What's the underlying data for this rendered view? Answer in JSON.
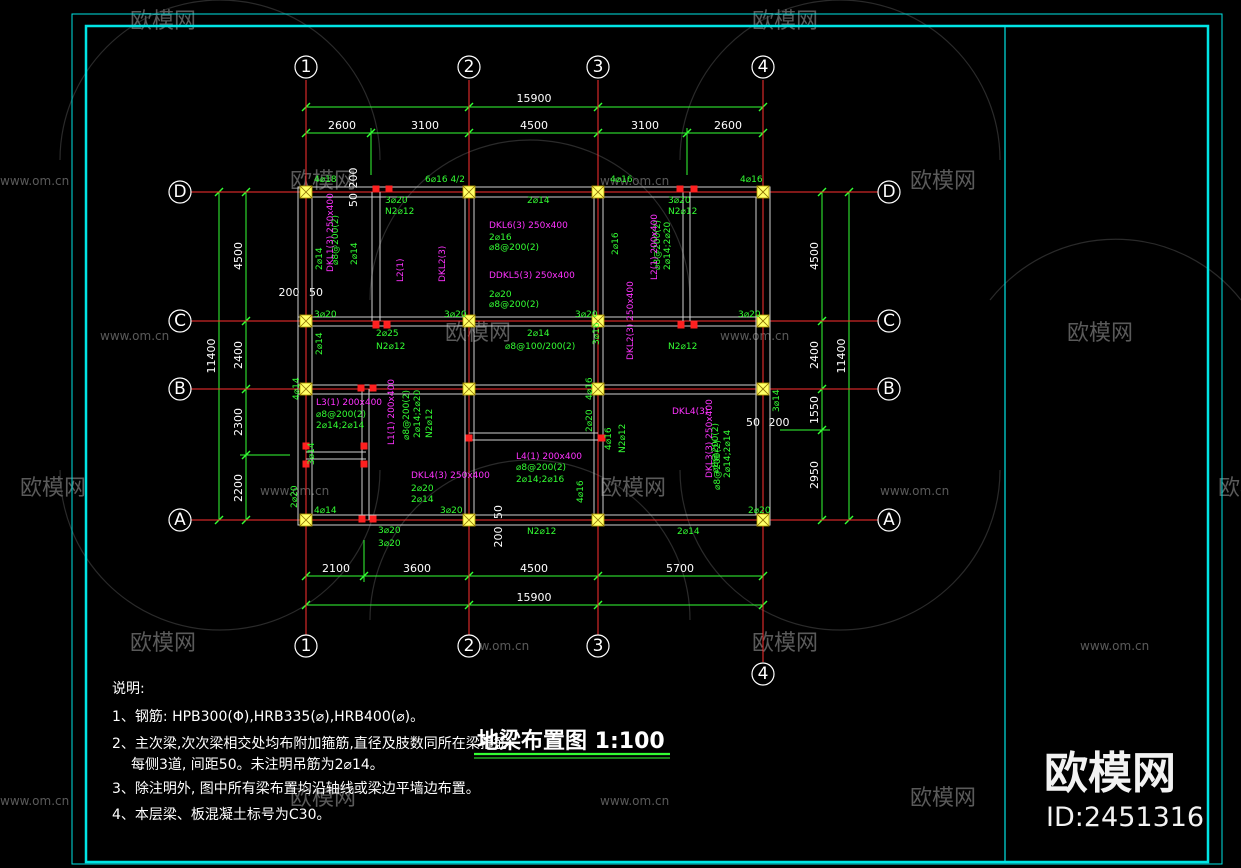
{
  "grid": {
    "columns": [
      "1",
      "2",
      "3",
      "4"
    ],
    "rows": [
      "D",
      "C",
      "B",
      "A"
    ]
  },
  "dimensions": {
    "top_total": "15900",
    "top_segments": [
      "2600",
      "3100",
      "4500",
      "3100",
      "2600"
    ],
    "bottom_segments": [
      "2100",
      "3600",
      "4500",
      "5700"
    ],
    "bottom_total": "15900",
    "left_segments": [
      "4500",
      "2400",
      "2300",
      "2200"
    ],
    "left_total": "11400",
    "right_segments": [
      "4500",
      "2400",
      "1550",
      "2950"
    ],
    "right_total": "11400",
    "local": [
      "200",
      "50",
      "200",
      "50",
      "50",
      "200",
      "200",
      "50"
    ]
  },
  "beam_labels_magenta": [
    "DKL6(3) 250x400",
    "DDKL5(3) 250x400",
    "DKL1(3) 250x400",
    "L2(1)",
    "DKL2(3)",
    "L2(1) 200x400",
    "DKL2(3) 250x400",
    "L3(1) 200x400",
    "L1(1) 200x400",
    "DKL4(3)",
    "L4(1) 200x400",
    "DKL4(3) 250x400",
    "DKL3(3) 250x400"
  ],
  "rebar_labels_green": [
    "4⌀18",
    "6⌀16 4/2",
    "3⌀20",
    "N2⌀12",
    "2⌀14",
    "4⌀16",
    "3⌀20",
    "N2⌀12",
    "4⌀16",
    "2⌀14",
    "⌀8@200(2)",
    "2⌀16",
    "⌀8@200(2)",
    "2⌀20",
    "⌀8@200(2)",
    "2⌀14",
    "2⌀16",
    "⌀8@200(2)",
    "2⌀14;2⌀20",
    "3⌀20",
    "3⌀20",
    "3⌀20",
    "3⌀20",
    "2⌀25",
    "N2⌀12",
    "2⌀14",
    "⌀8@100/200(2)",
    "3⌀16",
    "N2⌀12",
    "2⌀14",
    "4⌀14",
    "⌀8@200(2)",
    "2⌀14;2⌀14",
    "⌀8@200(2)",
    "2⌀14;2⌀20",
    "N2⌀12",
    "4⌀16",
    "3⌀14",
    "2⌀20",
    "2⌀14",
    "⌀8@200(2)",
    "2⌀14;2⌀16",
    "4⌀16",
    "N2⌀12",
    "⌀8@200(2)",
    "2⌀14;2⌀14",
    "⌀8@200(2)",
    "2⌀20",
    "4⌀14",
    "3⌀20",
    "3⌀20",
    "3⌀20",
    "N2⌀12",
    "2⌀14",
    "2⌀20",
    "3⌀14",
    "4⌀16",
    "2⌀20"
  ],
  "title": "地梁布置图 1:100",
  "notes": {
    "heading": "说明:",
    "items": [
      "1、钢筋: HPB300(Φ),HRB335(⌀),HRB400(⌀)。",
      "2、主次梁,次次梁相交处均布附加箍筋,直径及肢数同所在梁箍筋,",
      "每侧3道, 间距50。未注明吊筋为2⌀14。",
      "3、除注明外, 图中所有梁布置均沿轴线或梁边平墙边布置。",
      "4、本层梁、板混凝土标号为C30。"
    ]
  },
  "watermark": {
    "brand": "欧模网",
    "url": "www.om.cn",
    "id_text": "ID:2451316"
  },
  "colors": {
    "background": "#000000",
    "frame": "#00e5e5",
    "grid_line": "#ff3030",
    "beam_line": "#cfcfcf",
    "text_green": "#33ff33",
    "text_magenta": "#ff33ff",
    "column": "#ffff66"
  }
}
